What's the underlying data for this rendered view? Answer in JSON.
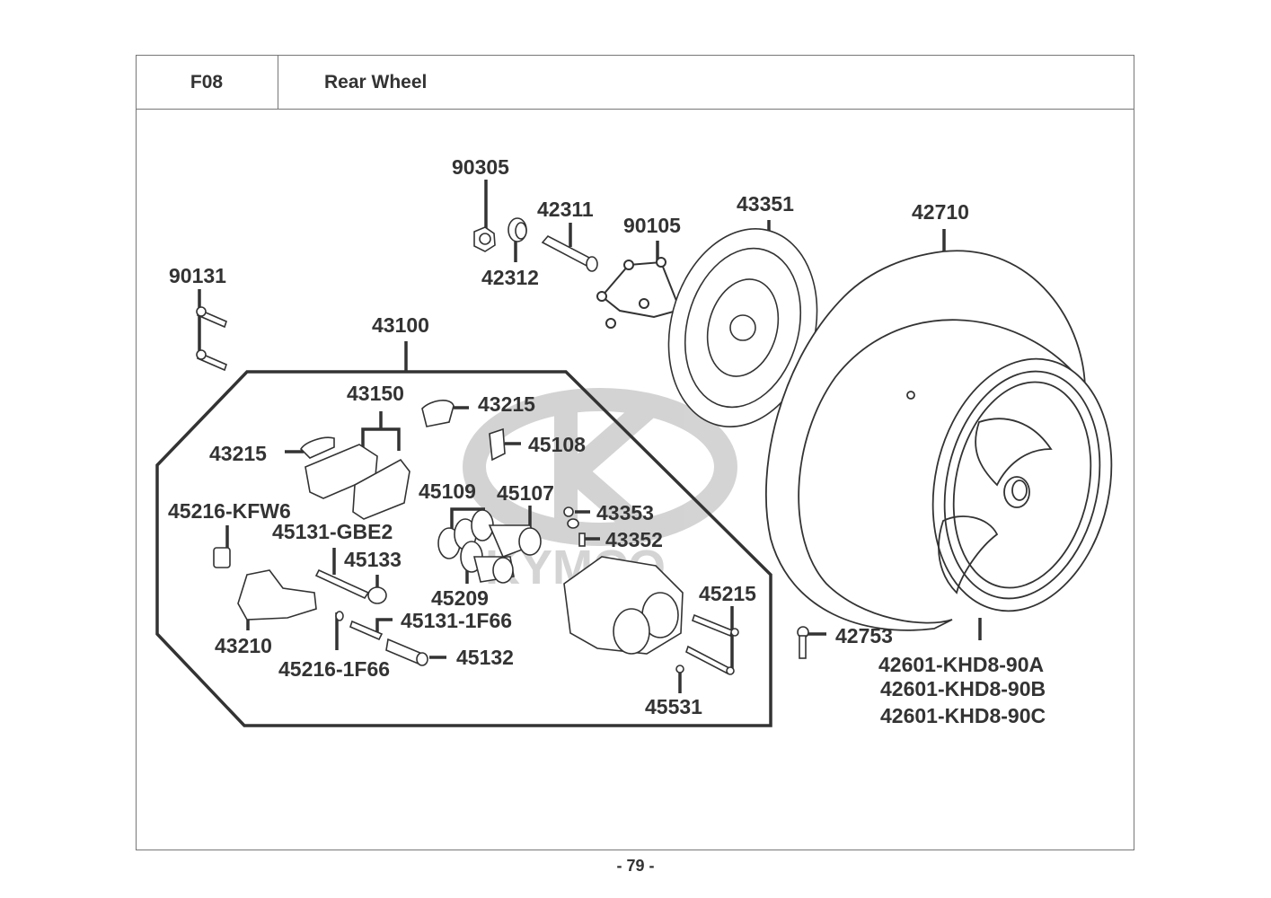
{
  "header": {
    "section_code": "F08",
    "section_title": "Rear Wheel"
  },
  "page_number": "- 79 -",
  "watermark": {
    "brand": "KYMCO",
    "logo": "kymco-k-logo",
    "color": "#c8c8c8"
  },
  "callouts": {
    "p90305": "90305",
    "p42311": "42311",
    "p42312": "42312",
    "p90105": "90105",
    "p43351": "43351",
    "p42710": "42710",
    "p90131": "90131",
    "p43100": "43100",
    "p43150": "43150",
    "p43215_top": "43215",
    "p43215_left": "43215",
    "p45108": "45108",
    "p45109": "45109",
    "p45107": "45107",
    "p43353": "43353",
    "p43352": "43352",
    "p45216_kfw6": "45216-KFW6",
    "p45131_gbe2": "45131-GBE2",
    "p45133": "45133",
    "p45209": "45209",
    "p45215": "45215",
    "p45131_1f66": "45131-1F66",
    "p43210": "43210",
    "p45132": "45132",
    "p45216_1f66": "45216-1F66",
    "p45531": "45531",
    "p42753": "42753",
    "p42601_a": "42601-KHD8-90A",
    "p42601_b": "42601-KHD8-90B",
    "p42601_c": "42601-KHD8-90C"
  },
  "parts": [
    {
      "number": "90305",
      "name": "axle-nut"
    },
    {
      "number": "42312",
      "name": "collar"
    },
    {
      "number": "42311",
      "name": "axle-collar"
    },
    {
      "number": "90105",
      "name": "disc-bolts"
    },
    {
      "number": "43351",
      "name": "brake-disc"
    },
    {
      "number": "42710",
      "name": "tire"
    },
    {
      "number": "90131",
      "name": "caliper-bolts"
    },
    {
      "number": "43100",
      "name": "brake-caliper-assembly"
    },
    {
      "number": "42753",
      "name": "valve"
    },
    {
      "number": "42601-KHD8-90A/B/C",
      "name": "rear-wheel-rim"
    }
  ]
}
